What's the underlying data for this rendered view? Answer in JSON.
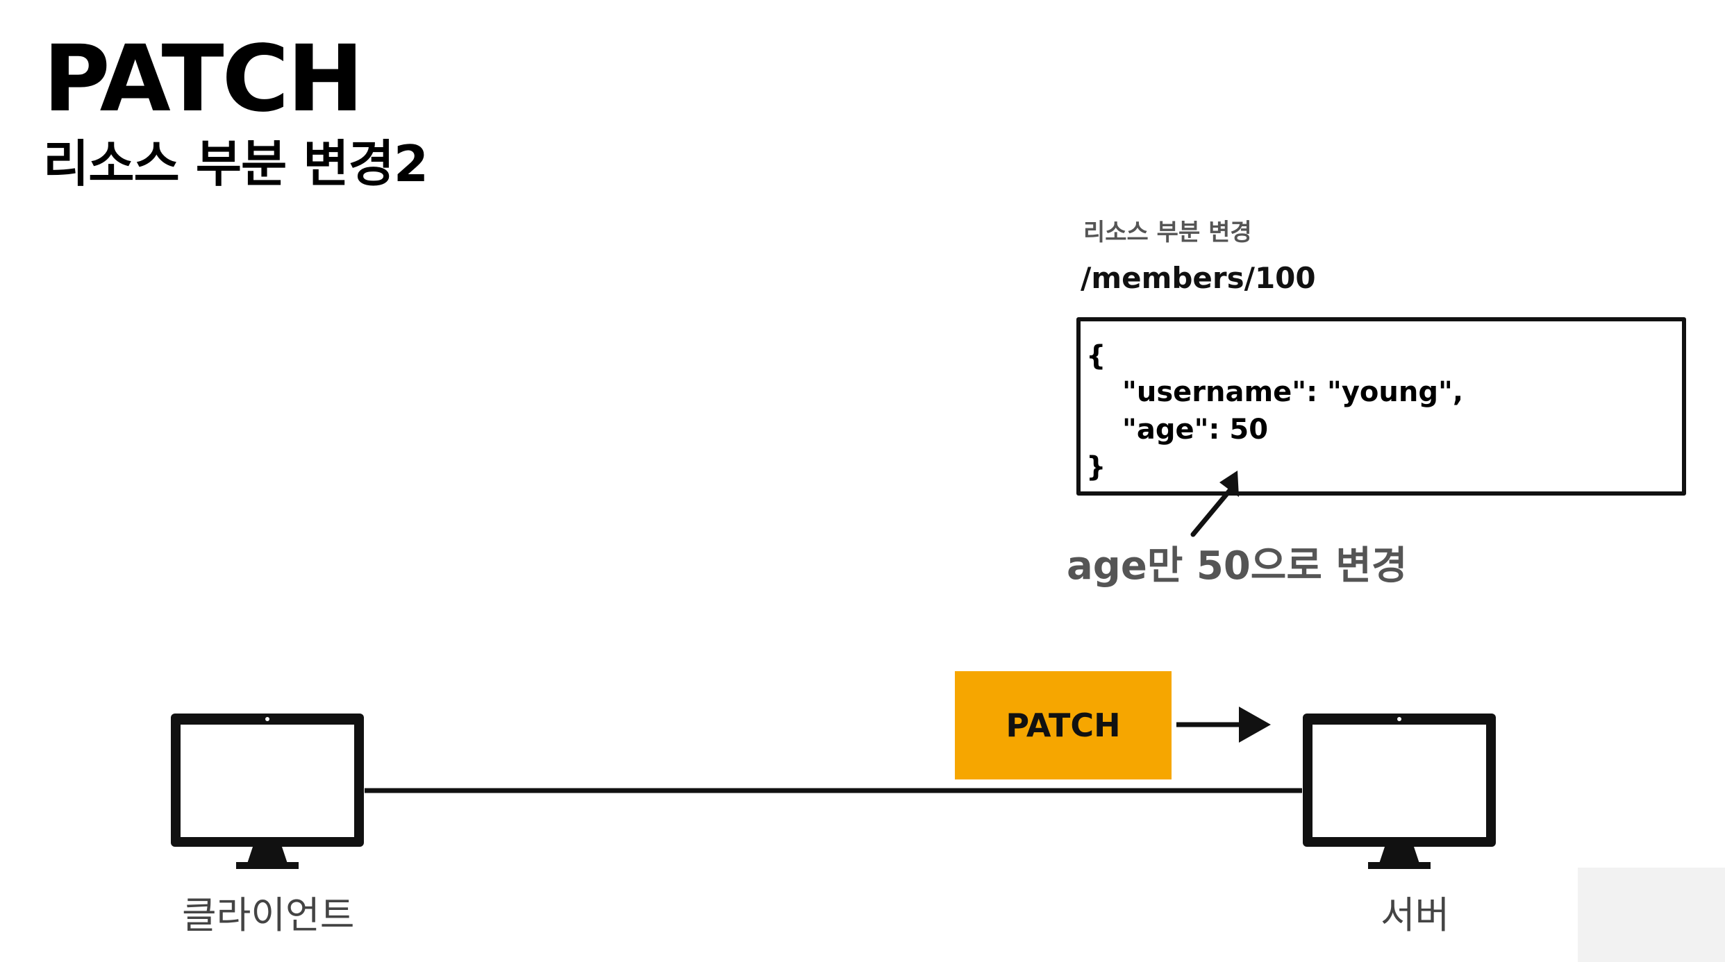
{
  "slide": {
    "title": "PATCH",
    "subtitle": "리소스 부분 변경2"
  },
  "request": {
    "label": "리소스 부분 변경",
    "path": "/members/100",
    "body_lines": [
      "{",
      "\"username\": \"young\",",
      "\"age\": 50",
      "}"
    ],
    "annotation": "age만 50으로 변경"
  },
  "transport": {
    "method": "PATCH",
    "method_color": "#f6a600"
  },
  "devices": {
    "client": {
      "label": "클라이언트",
      "icon": "monitor-icon"
    },
    "server": {
      "label": "서버",
      "icon": "monitor-icon"
    }
  }
}
